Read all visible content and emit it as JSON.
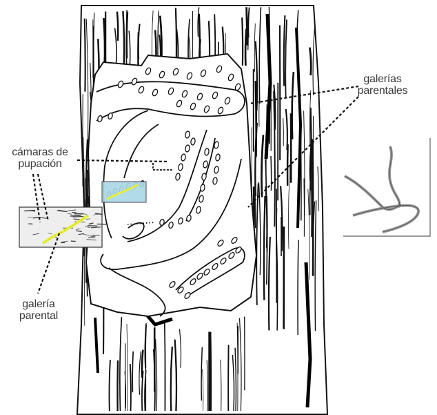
{
  "labels": {
    "parent_galleries": [
      "galerías",
      "parentales"
    ],
    "pupation_chambers": [
      "cámaras de",
      "pupación"
    ],
    "parent_gallery": [
      "galería",
      "parental"
    ]
  },
  "colors": {
    "ink": "#111111",
    "label_text": "#3a3a3a",
    "highlight_box": "#a9d8e4",
    "highlight_line": "#e8ef3a",
    "detail_line": "#9a9a9a"
  }
}
